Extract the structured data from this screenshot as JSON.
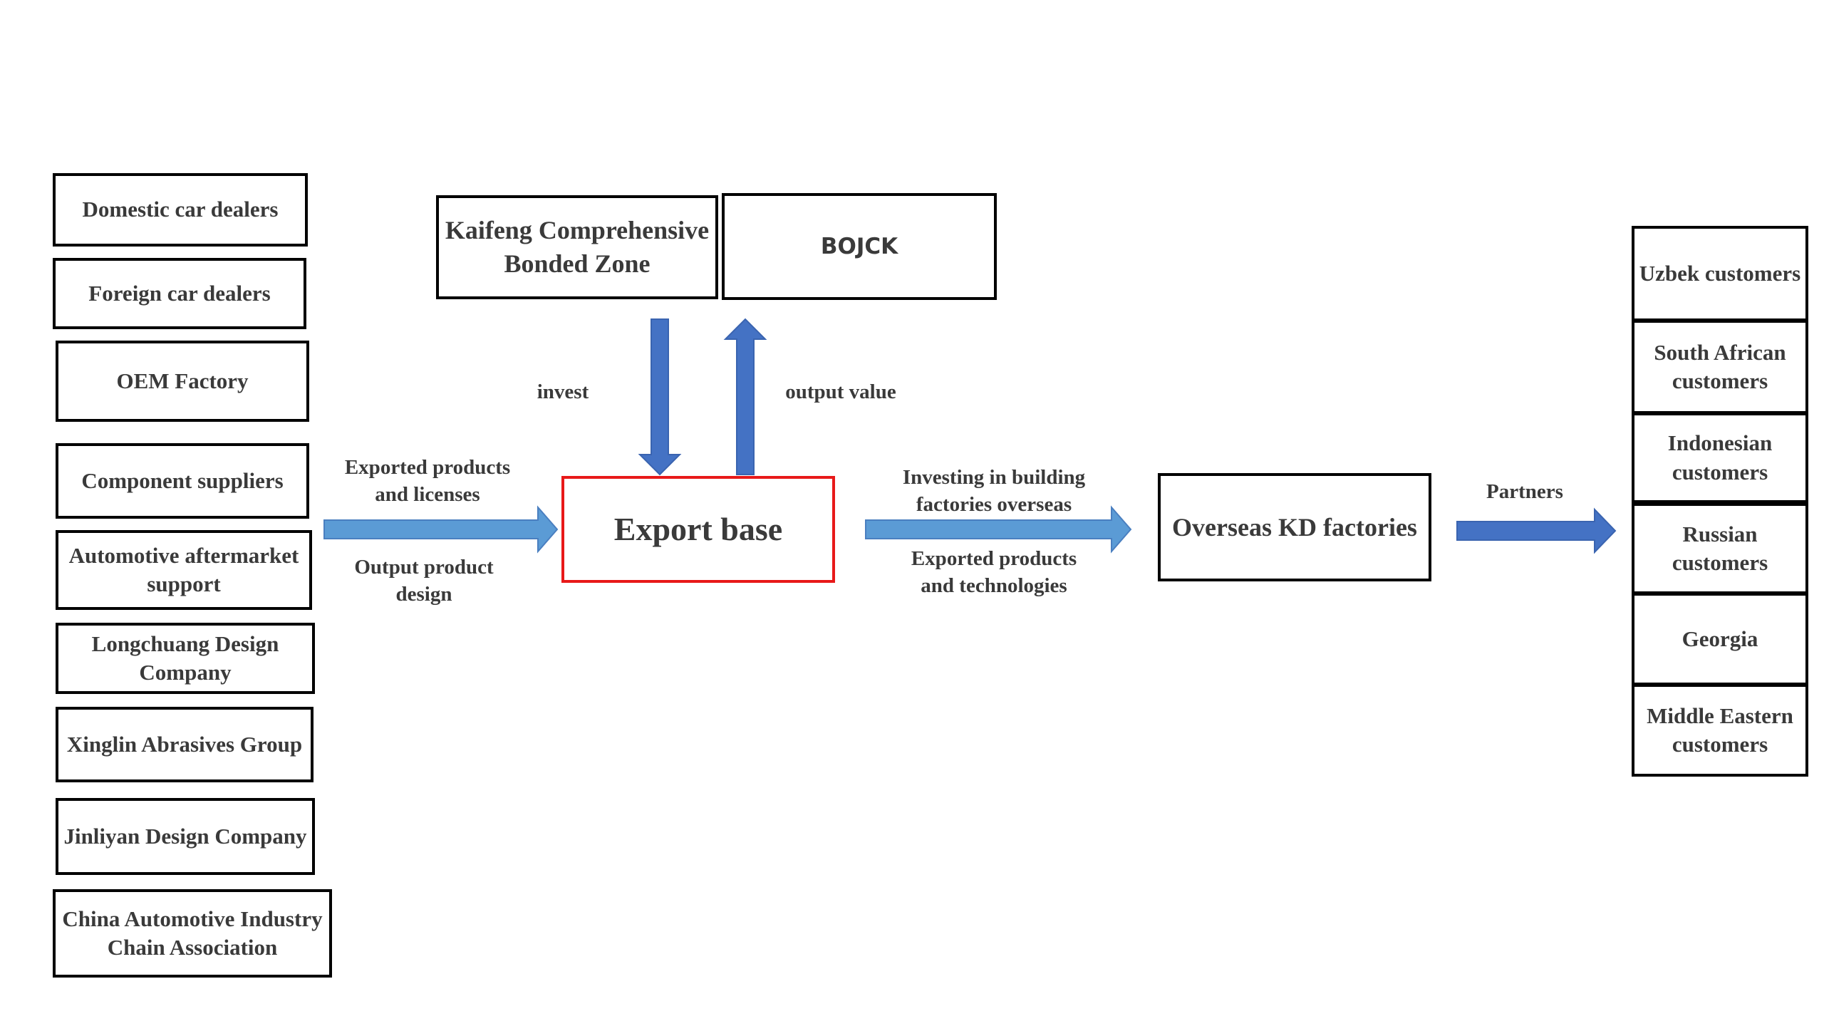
{
  "colors": {
    "arrow_light": "#5b9bd5",
    "arrow_dark": "#4472c4",
    "box_border": "#000000",
    "center_border": "#e81919",
    "text": "#3a3a3a"
  },
  "left_boxes": [
    "Domestic car dealers",
    "Foreign car dealers",
    "OEM Factory",
    "Component suppliers",
    "Automotive aftermarket support",
    "Longchuang Design Company",
    "Xinglin Abrasives Group",
    "Jinliyan Design Company",
    "China Automotive Industry Chain Association"
  ],
  "top": {
    "kaifeng": "Kaifeng Comprehensive Bonded Zone",
    "bojck": "BOJCK",
    "invest_label": "invest",
    "output_value_label": "output value"
  },
  "center": {
    "export_base": "Export base"
  },
  "left_arrow": {
    "above": "Exported products\nand licenses",
    "below": "Output product\ndesign"
  },
  "mid_arrow": {
    "above": "Investing in building\nfactories overseas",
    "below": "Exported products\nand technologies"
  },
  "overseas": "Overseas KD factories",
  "partners_label": "Partners",
  "right_boxes": [
    "Uzbek customers",
    "South African customers",
    "Indonesian customers",
    "Russian customers",
    "Georgia",
    "Middle Eastern customers"
  ]
}
